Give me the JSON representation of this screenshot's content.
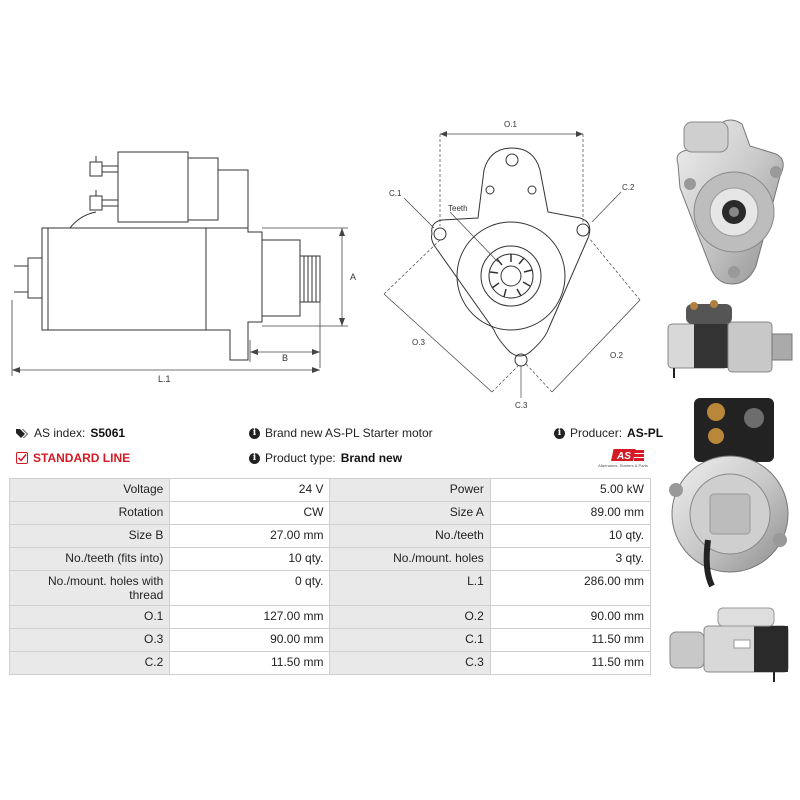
{
  "drawing_left": {
    "label_a": "A",
    "label_b": "B",
    "label_l1": "L.1"
  },
  "drawing_right": {
    "label_o1": "O.1",
    "label_o2": "O.2",
    "label_o3": "O.3",
    "label_c1": "C.1",
    "label_c2": "C.2",
    "label_c3": "C.3",
    "label_teeth": "Teeth"
  },
  "info": {
    "as_index_label": "AS index:",
    "as_index_value": "S5061",
    "standard_line": "STANDARD LINE",
    "description": "Brand new AS-PL Starter motor",
    "product_type_label": "Product type:",
    "product_type_value": "Brand new",
    "producer_label": "Producer:",
    "producer_value": "AS-PL",
    "logo_tagline": "Alternators, Starters & Parts",
    "brand_color": "#d51a25"
  },
  "spec_rows": [
    {
      "l1": "Voltage",
      "v1": "24 V",
      "l2": "Power",
      "v2": "5.00 kW"
    },
    {
      "l1": "Rotation",
      "v1": "CW",
      "l2": "Size A",
      "v2": "89.00 mm"
    },
    {
      "l1": "Size B",
      "v1": "27.00 mm",
      "l2": "No./teeth",
      "v2": "10 qty."
    },
    {
      "l1": "No./teeth (fits into)",
      "v1": "10 qty.",
      "l2": "No./mount. holes",
      "v2": "3 qty."
    },
    {
      "l1": "No./mount. holes with thread",
      "v1": "0 qty.",
      "l2": "L.1",
      "v2": "286.00 mm"
    },
    {
      "l1": "O.1",
      "v1": "127.00 mm",
      "l2": "O.2",
      "v2": "90.00 mm"
    },
    {
      "l1": "O.3",
      "v1": "90.00 mm",
      "l2": "C.1",
      "v2": "11.50 mm"
    },
    {
      "l1": "C.2",
      "v1": "11.50 mm",
      "l2": "C.3",
      "v2": "11.50 mm"
    }
  ]
}
